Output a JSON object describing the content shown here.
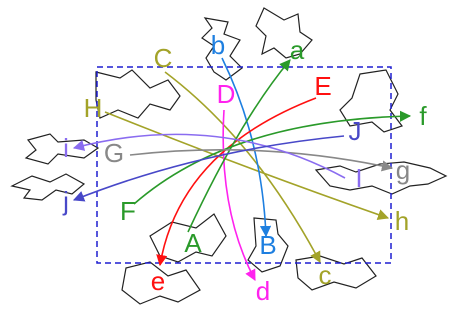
{
  "diagram": {
    "frame_color": "#1f1fd0",
    "shape_stroke": "#222222",
    "connections": [
      {
        "from": "C",
        "to": "c",
        "color": "#a3a329"
      },
      {
        "from": "H",
        "to": "h",
        "color": "#a3a329"
      },
      {
        "from": "b",
        "to": "B",
        "color": "#1e7fe0"
      },
      {
        "from": "D",
        "to": "d",
        "color": "#ff22ee"
      },
      {
        "from": "E",
        "to": "e",
        "color": "#ff1010"
      },
      {
        "from": "A",
        "to": "a",
        "color": "#2a9a2a"
      },
      {
        "from": "F",
        "to": "f",
        "color": "#2a9a2a"
      },
      {
        "from": "G",
        "to": "g",
        "color": "#888888"
      },
      {
        "from": "I",
        "to": "i",
        "color": "#8a6cf0"
      },
      {
        "from": "J",
        "to": "j",
        "color": "#4848c8"
      }
    ],
    "labels": [
      {
        "text": "a",
        "color": "#2a9a2a"
      },
      {
        "text": "b",
        "color": "#1e7fe0"
      },
      {
        "text": "C",
        "color": "#a3a329"
      },
      {
        "text": "D",
        "color": "#ff22ee"
      },
      {
        "text": "E",
        "color": "#ff1010"
      },
      {
        "text": "f",
        "color": "#2a9a2a"
      },
      {
        "text": "H",
        "color": "#a3a329"
      },
      {
        "text": "i",
        "color": "#8a6cf0"
      },
      {
        "text": "G",
        "color": "#888888"
      },
      {
        "text": "J",
        "color": "#4848c8"
      },
      {
        "text": "g",
        "color": "#888888"
      },
      {
        "text": "I",
        "color": "#8a6cf0"
      },
      {
        "text": "j",
        "color": "#4848c8"
      },
      {
        "text": "F",
        "color": "#2a9a2a"
      },
      {
        "text": "h",
        "color": "#a3a329"
      },
      {
        "text": "A",
        "color": "#2a9a2a"
      },
      {
        "text": "B",
        "color": "#1e7fe0"
      },
      {
        "text": "e",
        "color": "#ff1010"
      },
      {
        "text": "c",
        "color": "#a3a329"
      },
      {
        "text": "d",
        "color": "#ff22ee"
      }
    ]
  }
}
